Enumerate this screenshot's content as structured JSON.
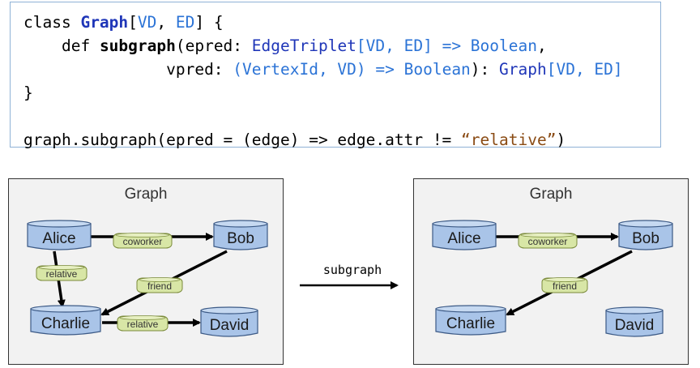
{
  "code": {
    "line1": {
      "kw": "class ",
      "cls": "Graph",
      "b1": "[",
      "vd": "VD",
      "comma": ", ",
      "ed": "ED",
      "b2": "]",
      "rest": " {"
    },
    "line2": {
      "indent": "    ",
      "def": "def ",
      "name": "subgraph",
      "open": "(epred: ",
      "type1": "EdgeTriplet",
      "gen1": "[VD, ED] => Boolean",
      "close": ","
    },
    "line3": {
      "indent": "               ",
      "param": "vpred: ",
      "type2": "(VertexId, VD) => Boolean",
      "colon": "): ",
      "ret": "Graph",
      "gen2": "[VD, ED]"
    },
    "line4": "}",
    "line6": {
      "pre": "graph.subgraph(epred = (edge) => edge.attr != ",
      "lit": "“relative”",
      "post": ")"
    }
  },
  "operation_label": "subgraph",
  "left_graph": {
    "title": "Graph",
    "vertices": [
      "Alice",
      "Bob",
      "Charlie",
      "David"
    ],
    "edges": [
      {
        "from": "Alice",
        "to": "Bob",
        "label": "coworker"
      },
      {
        "from": "Alice",
        "to": "Charlie",
        "label": "relative"
      },
      {
        "from": "Bob",
        "to": "Charlie",
        "label": "friend"
      },
      {
        "from": "Charlie",
        "to": "David",
        "label": "relative"
      }
    ]
  },
  "right_graph": {
    "title": "Graph",
    "vertices": [
      "Alice",
      "Bob",
      "Charlie",
      "David"
    ],
    "edges": [
      {
        "from": "Alice",
        "to": "Bob",
        "label": "coworker"
      },
      {
        "from": "Bob",
        "to": "Charlie",
        "label": "friend"
      }
    ]
  },
  "colors": {
    "vertex_fill": "#a9c4e8",
    "vertex_stroke": "#3c5a86",
    "edge_label_fill": "#d8e6a6",
    "edge_label_stroke": "#7a8a3a",
    "panel_fill": "#f2f2f2"
  }
}
